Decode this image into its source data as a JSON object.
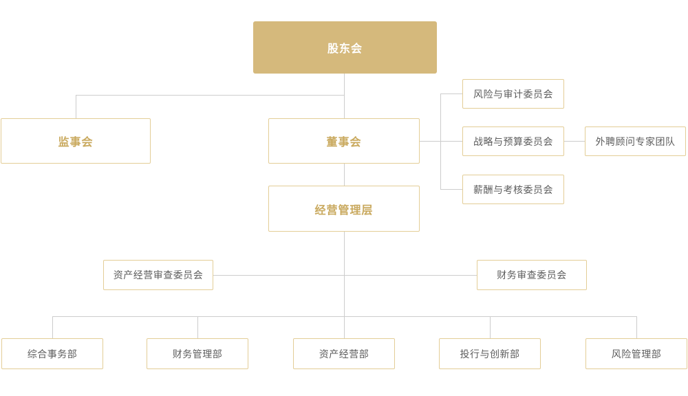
{
  "org_chart": {
    "root": {
      "label": "股东会"
    },
    "supervisory_board": {
      "label": "监事会"
    },
    "board_of_directors": {
      "label": "董事会"
    },
    "board_committees": [
      {
        "label": "风险与审计委员会"
      },
      {
        "label": "战略与预算委员会"
      },
      {
        "label": "薪酬与考核委员会"
      }
    ],
    "external_team": {
      "label": "外聘顾问专家团队"
    },
    "management": {
      "label": "经营管理层"
    },
    "review_committees": [
      {
        "label": "资产经营审查委员会"
      },
      {
        "label": "财务审查委员会"
      }
    ],
    "departments": [
      {
        "label": "综合事务部"
      },
      {
        "label": "财务管理部"
      },
      {
        "label": "资产经营部"
      },
      {
        "label": "投行与创新部"
      },
      {
        "label": "风险管理部"
      }
    ]
  },
  "colors": {
    "page_background": "#ffffff",
    "primary_fill": "#d5b97c",
    "box_border": "#e3cd96",
    "accent_text": "#c9a95e",
    "body_text": "#5c5c5c",
    "connector_line": "#cccccc"
  }
}
